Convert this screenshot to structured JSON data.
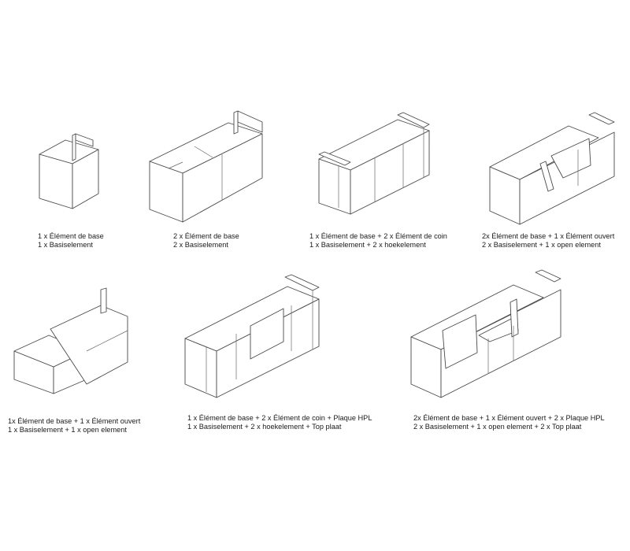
{
  "configurations": [
    {
      "id": "config-1",
      "lines": [
        "1 x Élément de base",
        "1 x Basiselement"
      ]
    },
    {
      "id": "config-2",
      "lines": [
        "2 x Élément de base",
        "2 x Basiselement"
      ]
    },
    {
      "id": "config-3",
      "lines": [
        "1 x Élément de base + 2 x Élément de coin",
        "1 x Basiselement + 2 x hoekelement"
      ]
    },
    {
      "id": "config-4",
      "lines": [
        "2x Élément de base + 1 x Élément ouvert",
        "2 x Basiselement + 1 x open element"
      ]
    },
    {
      "id": "config-5",
      "lines": [
        "1x Élément de base + 1 x Élément ouvert",
        "1 x Basiselement + 1 x open element"
      ]
    },
    {
      "id": "config-6",
      "lines": [
        "1 x Élément de base + 2 x Élément de coin + Plaque HPL",
        "1 x Basiselement + 2 x hoekelement + Top plaat"
      ]
    },
    {
      "id": "config-7",
      "lines": [
        "2x Élément de base + 1 x Élément ouvert + 2 x Plaque HPL",
        "2 x Basiselement + 1 x open element + 2 x Top plaat"
      ]
    }
  ]
}
